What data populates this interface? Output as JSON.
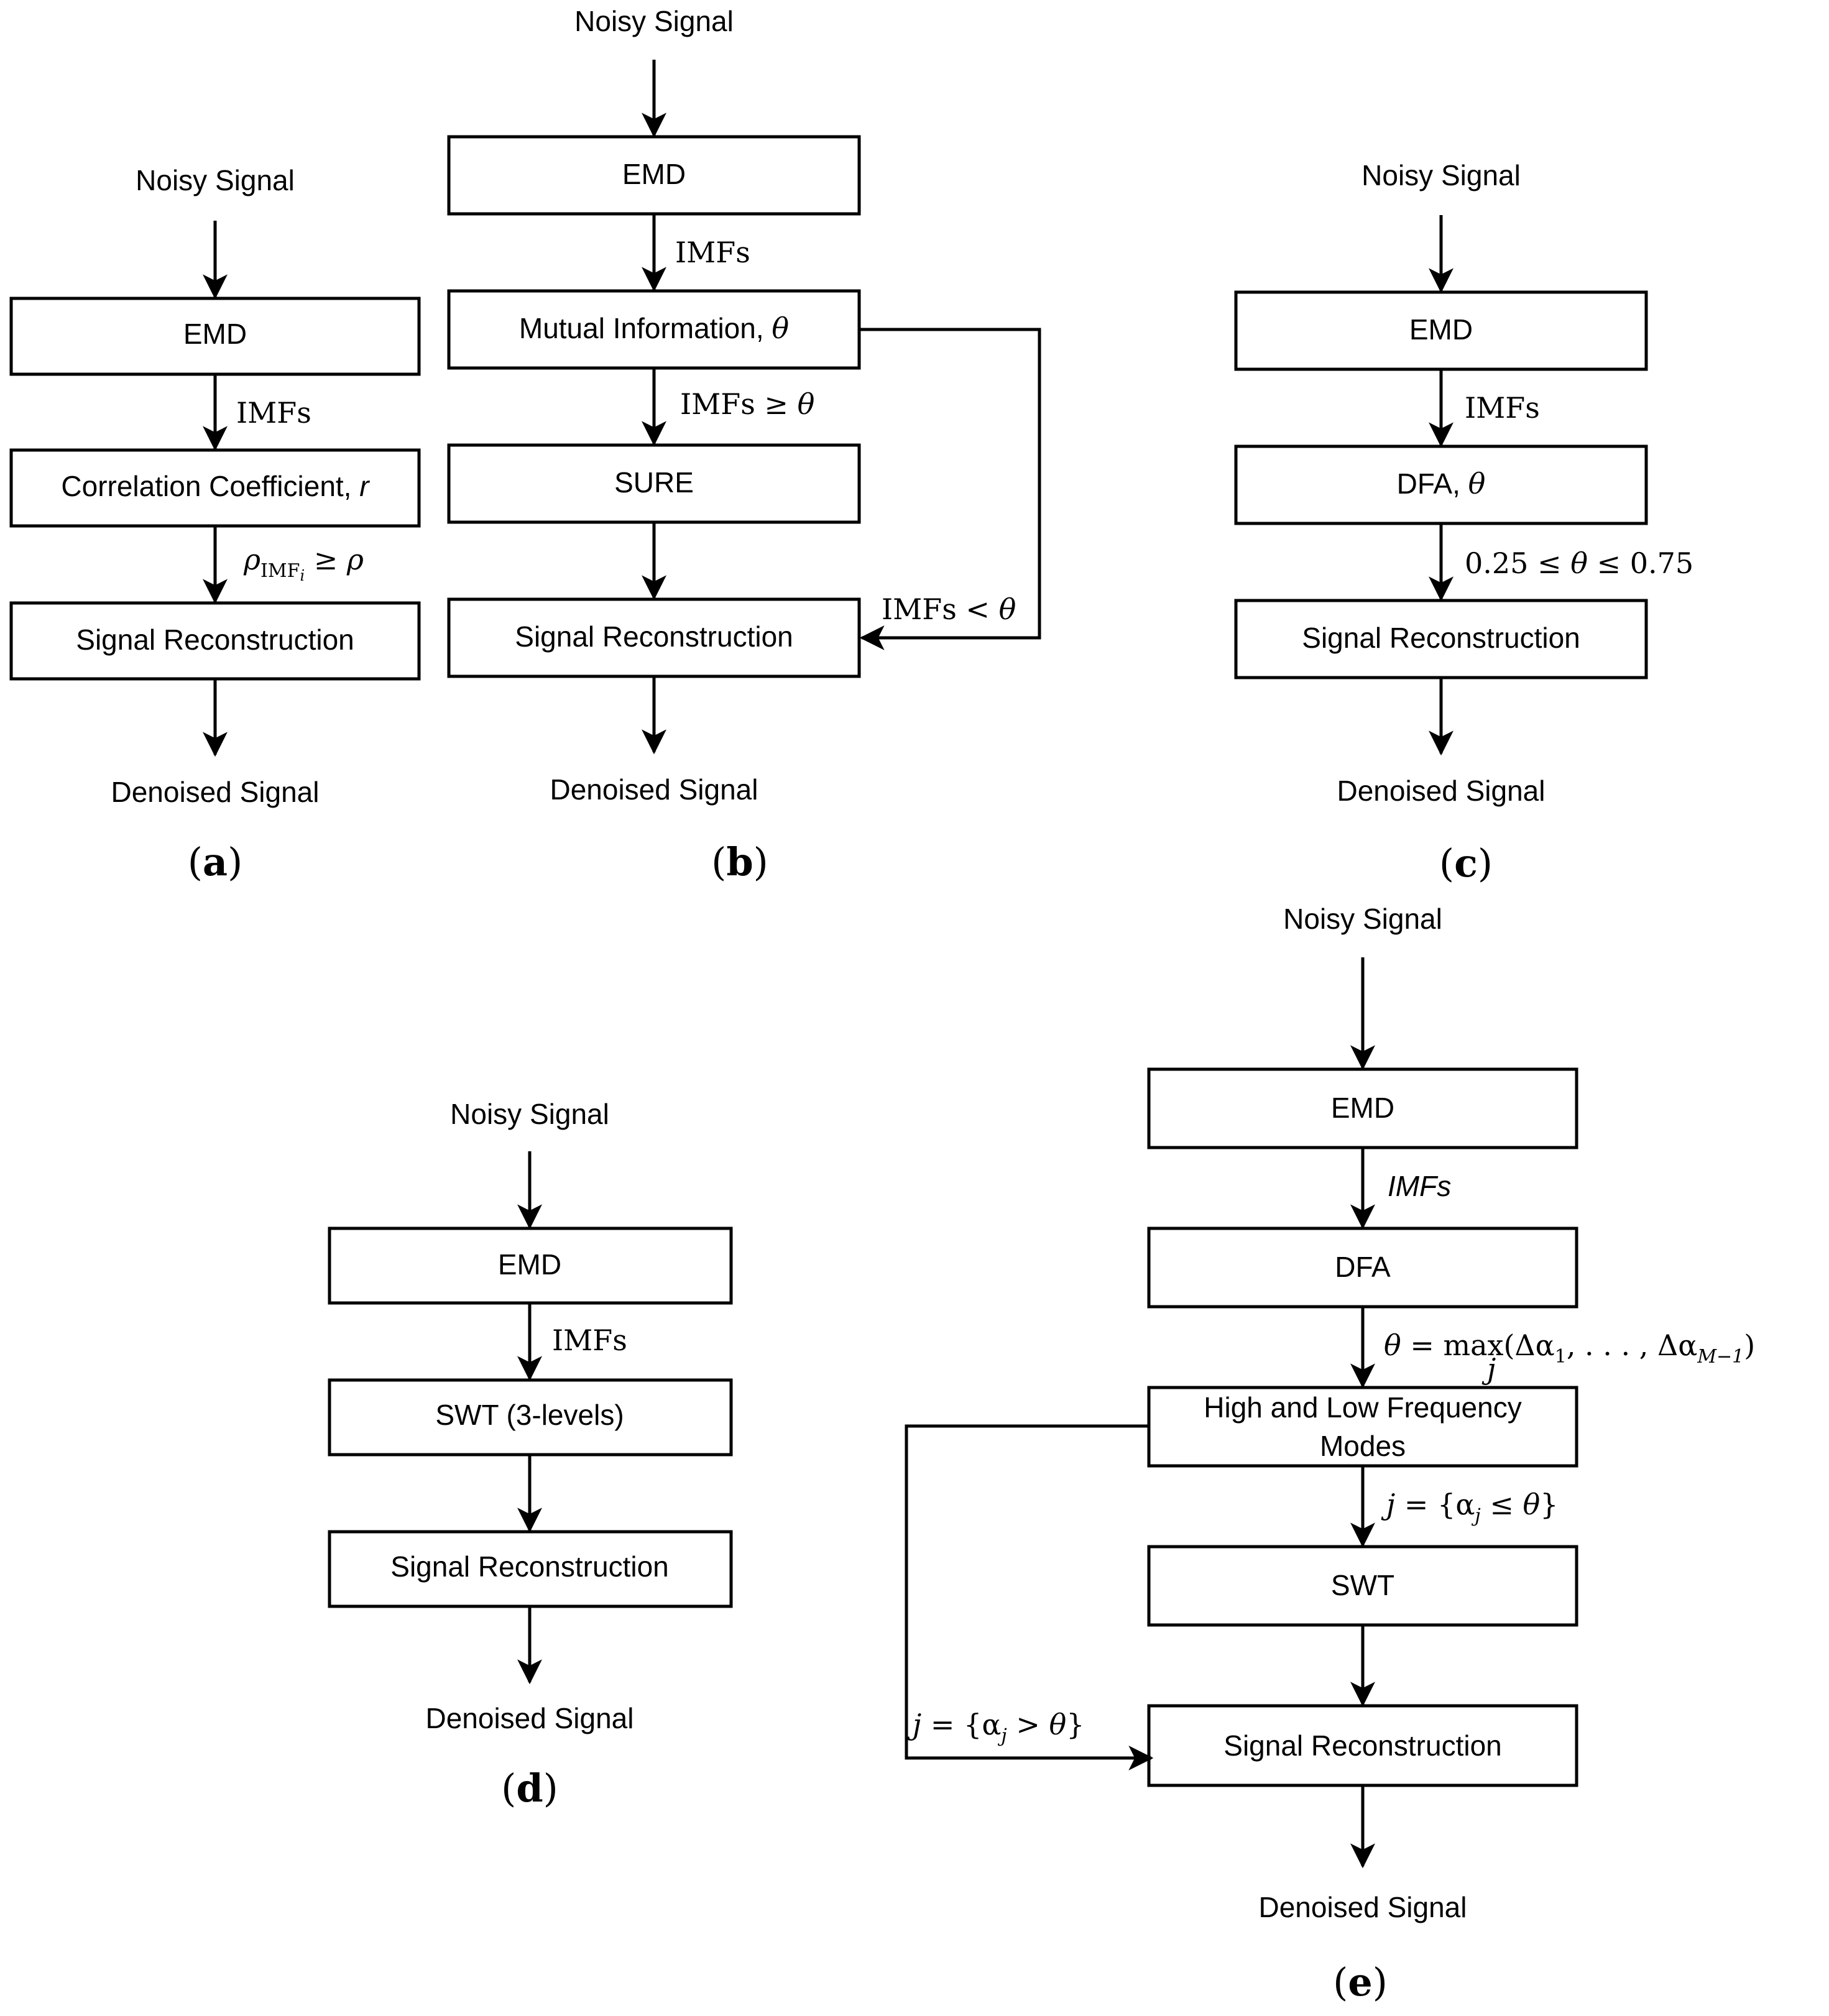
{
  "diagrams": {
    "a": {
      "caption_letter": "a",
      "input": "Noisy Signal",
      "output": "Denoised Signal",
      "emd": "EMD",
      "edge_imfs": "IMFs",
      "step2_text": "Correlation Coefficient, ",
      "step2_var": "r",
      "edge_cond_var": "ρ",
      "edge_cond_sub": "IMF",
      "edge_cond_sub_i": "i",
      "edge_cond_rest": " ≥ ",
      "edge_cond_rho": "ρ",
      "reconstruction": "Signal Reconstruction"
    },
    "b": {
      "caption_letter": "b",
      "input": "Noisy Signal",
      "output": "Denoised Signal",
      "emd": "EMD",
      "edge_imfs": "IMFs",
      "step2_text": "Mutual Information, ",
      "step2_var": "θ",
      "edge_ge": "IMFs ≥ ",
      "edge_ge_var": "θ",
      "sure": "SURE",
      "edge_lt": "IMFs < ",
      "edge_lt_var": "θ",
      "reconstruction": "Signal Reconstruction"
    },
    "c": {
      "caption_letter": "c",
      "input": "Noisy Signal",
      "output": "Denoised Signal",
      "emd": "EMD",
      "edge_imfs": "IMFs",
      "step2_text": "DFA, ",
      "step2_var": "θ",
      "edge_range_a": "0.25 ≤ ",
      "edge_range_var": "θ",
      "edge_range_b": " ≤ 0.75",
      "reconstruction": "Signal Reconstruction"
    },
    "d": {
      "caption_letter": "d",
      "input": "Noisy Signal",
      "output": "Denoised Signal",
      "emd": "EMD",
      "edge_imfs": "IMFs",
      "swt": "SWT (3-levels)",
      "reconstruction": "Signal Reconstruction"
    },
    "e": {
      "caption_letter": "e",
      "input": "Noisy Signal",
      "output": "Denoised Signal",
      "emd": "EMD",
      "edge_imfs": "IMFs",
      "dfa": "DFA",
      "theta_lhs": "θ",
      "theta_eq": " = max(Δα",
      "theta_sub1": "1",
      "theta_mid": ", . . . , Δα",
      "theta_sub2": "M−1",
      "theta_close": ")",
      "theta_under": "j",
      "modes_line1": "High and Low Frequency",
      "modes_line2": "Modes",
      "edge_le_j": "j",
      "edge_le_rest": " = {α",
      "edge_le_sub": "j",
      "edge_le_op": " ≤ ",
      "edge_le_var": "θ",
      "edge_le_close": "}",
      "swt": "SWT",
      "edge_gt_j": "j",
      "edge_gt_rest": " = {α",
      "edge_gt_sub": "j",
      "edge_gt_op": " > ",
      "edge_gt_var": "θ",
      "edge_gt_close": "}",
      "reconstruction": "Signal Reconstruction"
    }
  }
}
